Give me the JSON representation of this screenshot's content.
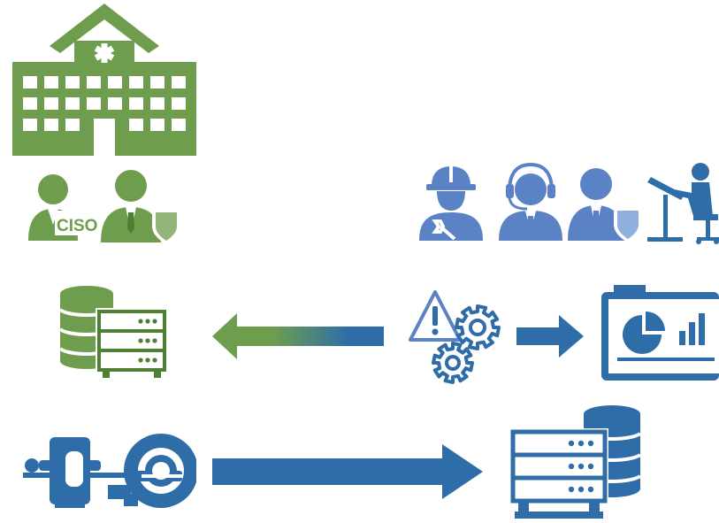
{
  "colors": {
    "green": "#6e9e4d",
    "green_dark": "#4f7f33",
    "blue": "#2e6da8",
    "blue_light": "#5b82c4",
    "blue_pale": "#8fb0dc",
    "white": "#ffffff"
  },
  "hospital_side": {
    "building_icon": "hospital-icon",
    "personas": [
      {
        "icon": "ciso-person-icon",
        "label": "CISO"
      },
      {
        "icon": "security-officer-icon"
      }
    ],
    "data_store_icon": "database-server-icon"
  },
  "vendor_side": {
    "personas": [
      {
        "icon": "engineer-icon"
      },
      {
        "icon": "support-agent-icon"
      },
      {
        "icon": "security-officer-icon"
      },
      {
        "icon": "designer-at-desk-icon"
      }
    ],
    "process_icon": "alert-gears-icon",
    "dashboard_icon": "analytics-dashboard-icon",
    "data_store_icon": "server-database-icon"
  },
  "flows": [
    {
      "from": "alert-gears",
      "to": "hospital-data-store",
      "direction": "left"
    },
    {
      "from": "alert-gears",
      "to": "dashboard",
      "direction": "right"
    },
    {
      "from": "imaging-device",
      "to": "vendor-data-store",
      "direction": "right"
    }
  ],
  "device": {
    "icon": "mri-scanner-icon"
  }
}
